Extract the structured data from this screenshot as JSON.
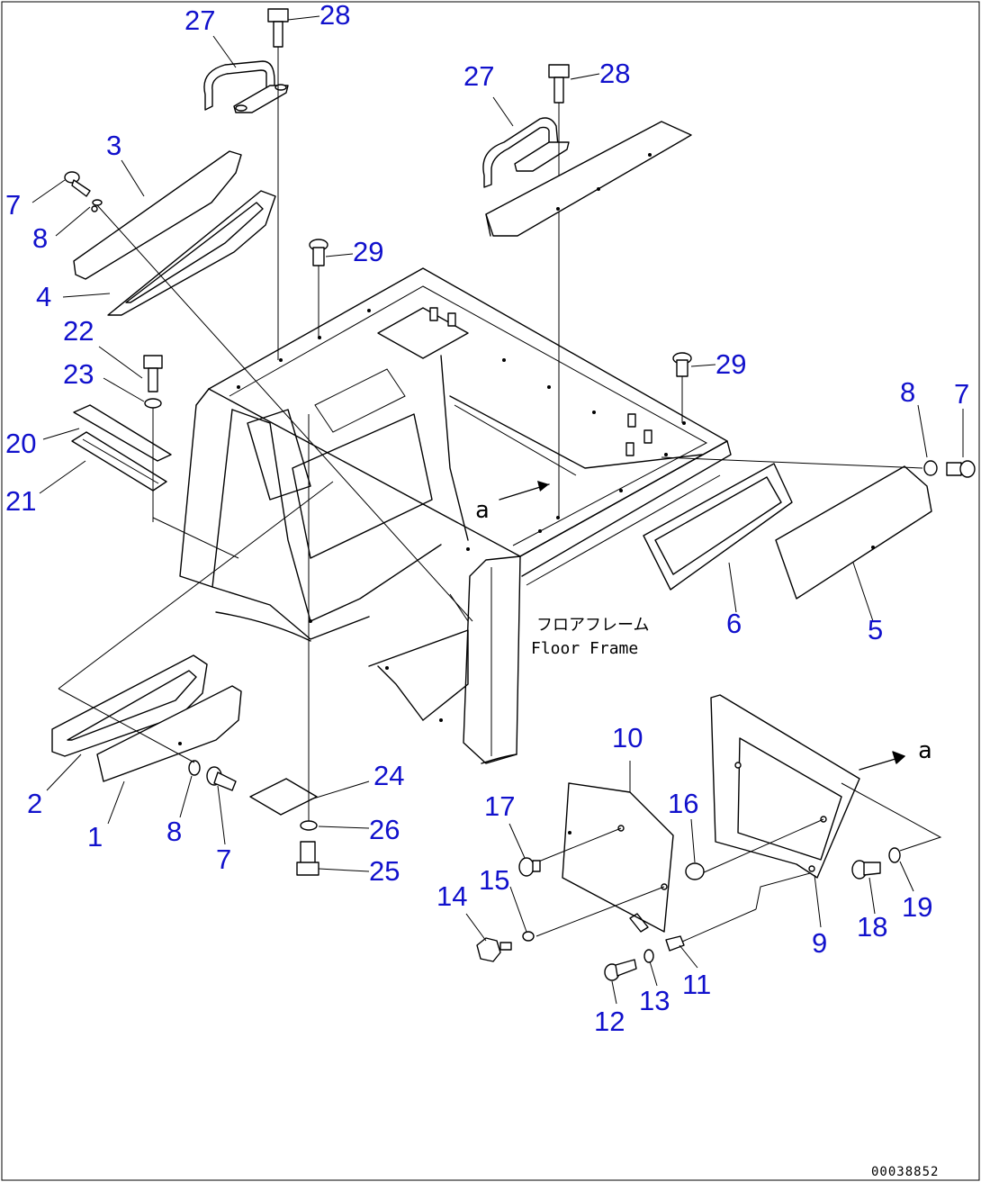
{
  "diagram": {
    "note_jp": "フロアフレーム",
    "note_en": "Floor Frame",
    "ref_mark": "a",
    "drawing_code": "00038852",
    "callouts": [
      "1",
      "2",
      "3",
      "4",
      "5",
      "6",
      "7",
      "8",
      "9",
      "10",
      "11",
      "12",
      "13",
      "14",
      "15",
      "16",
      "17",
      "18",
      "19",
      "20",
      "21",
      "22",
      "23",
      "24",
      "25",
      "26",
      "27",
      "28",
      "29"
    ]
  }
}
